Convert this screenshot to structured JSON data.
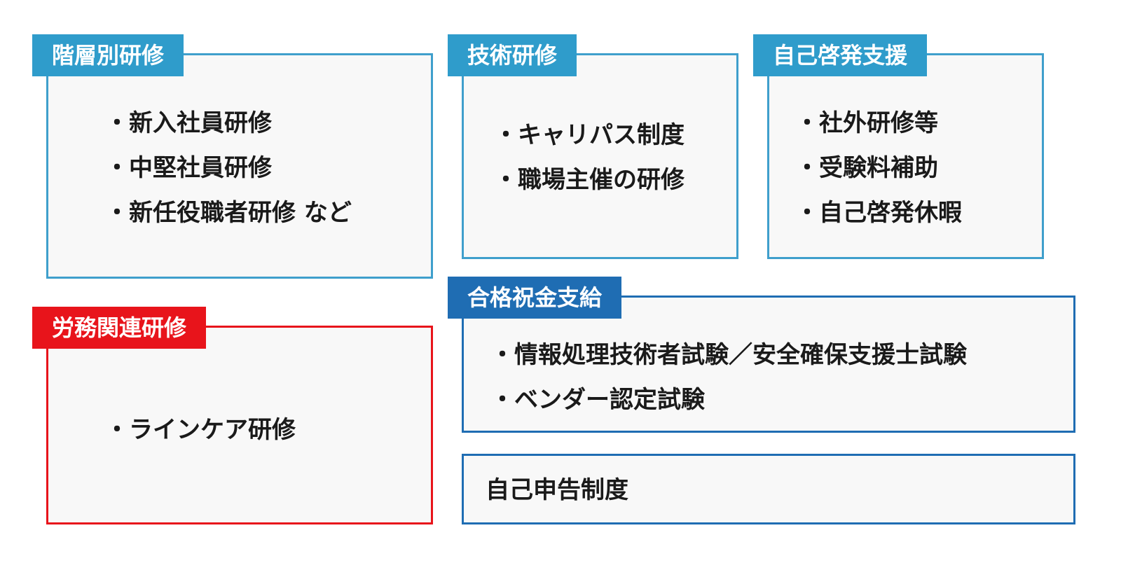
{
  "colors": {
    "blue_tag": "#2f9ccb",
    "blue_border": "#3f9fcc",
    "red": "#e8141b",
    "navy": "#1f6db3",
    "card_bg": "#f8f8f8",
    "text": "#1a1a1a"
  },
  "sections": {
    "kaisou": {
      "title": "階層別研修",
      "items": [
        "新入社員研修",
        "中堅社員研修",
        "新任役職者研修 など"
      ]
    },
    "gijutsu": {
      "title": "技術研修",
      "items": [
        "キャリパス制度",
        "職場主催の研修"
      ]
    },
    "jiko": {
      "title": "自己啓発支援",
      "items": [
        "社外研修等",
        "受験料補助",
        "自己啓発休暇"
      ]
    },
    "roumu": {
      "title": "労務関連研修",
      "items": [
        "ラインケア研修"
      ]
    },
    "goukaku": {
      "title": "合格祝金支給",
      "items": [
        "情報処理技術者試験／安全確保支援士試験",
        "ベンダー認定試験"
      ]
    },
    "shinkoku": {
      "label": "自己申告制度"
    }
  }
}
